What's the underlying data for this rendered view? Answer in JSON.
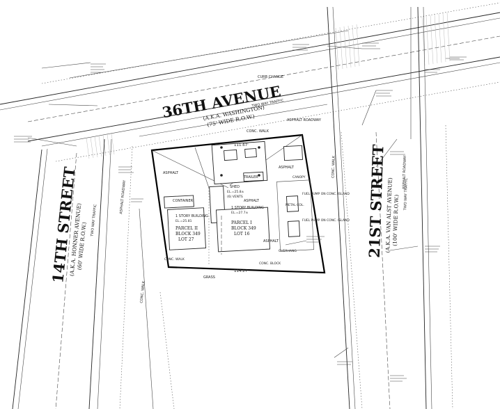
{
  "streets": {
    "avenue_top": {
      "name": "36TH AVENUE",
      "aka": "(A.K.A. WASHINGTON)",
      "width": "(75' WIDE R.O.W.)"
    },
    "street_left": {
      "name": "14TH STREET",
      "aka": "(A.K.A. HONNER AVENUE)",
      "width": "(60' WIDE R.O.W.)"
    },
    "street_right": {
      "name": "21ST STREET",
      "aka": "(A.K.A. VAN ALST AVENUE)",
      "width": "(100' WIDE R.O.W.)"
    }
  },
  "traffic": {
    "avenue": "TWO WAY TRAFFIC",
    "left": "TWO WAY TRAFFIC",
    "right": "TWO WAY TRAFFIC"
  },
  "site": {
    "parcel_1": {
      "title": "PARCEL II",
      "block": "BLOCK 349",
      "lot": "LOT 27"
    },
    "parcel_2": {
      "title": "PARCEL I",
      "block": "BLOCK 349",
      "lot": "LOT 16"
    },
    "building_left": {
      "label": "1 STORY BUILDING",
      "elev": "EL.=25.81"
    },
    "building_mid": {
      "label": "1 STORY BUILDING",
      "elev": "EL.=27.7±"
    },
    "shed": {
      "label": "SHED",
      "elev": "EL.=25.8±",
      "vents": "(6) VENTS"
    },
    "container": "CONTAINER",
    "trailer": "TRAILER",
    "fuel_pump_1": "FUEL PUMP ON CONC. ISLAND",
    "fuel_pump_2": "FUEL PUMP ON CONC. ISLAND",
    "canopy": "CANOPY",
    "asphalt": "ASPHALT",
    "conc_wall": "CONC. WALK",
    "bottom_dim": "114.27'",
    "top_dim": "111.67'",
    "conc_block": "CONC. BLOCK",
    "metal_col": "METAL COL.",
    "overhang": "OVERHANG"
  },
  "notes": {
    "curb_change": "CURB CHANGE",
    "asphalt_roadway": "ASPHALT ROADWAY",
    "conc_walk": "CONC. WALK",
    "grass": "GRASS"
  }
}
